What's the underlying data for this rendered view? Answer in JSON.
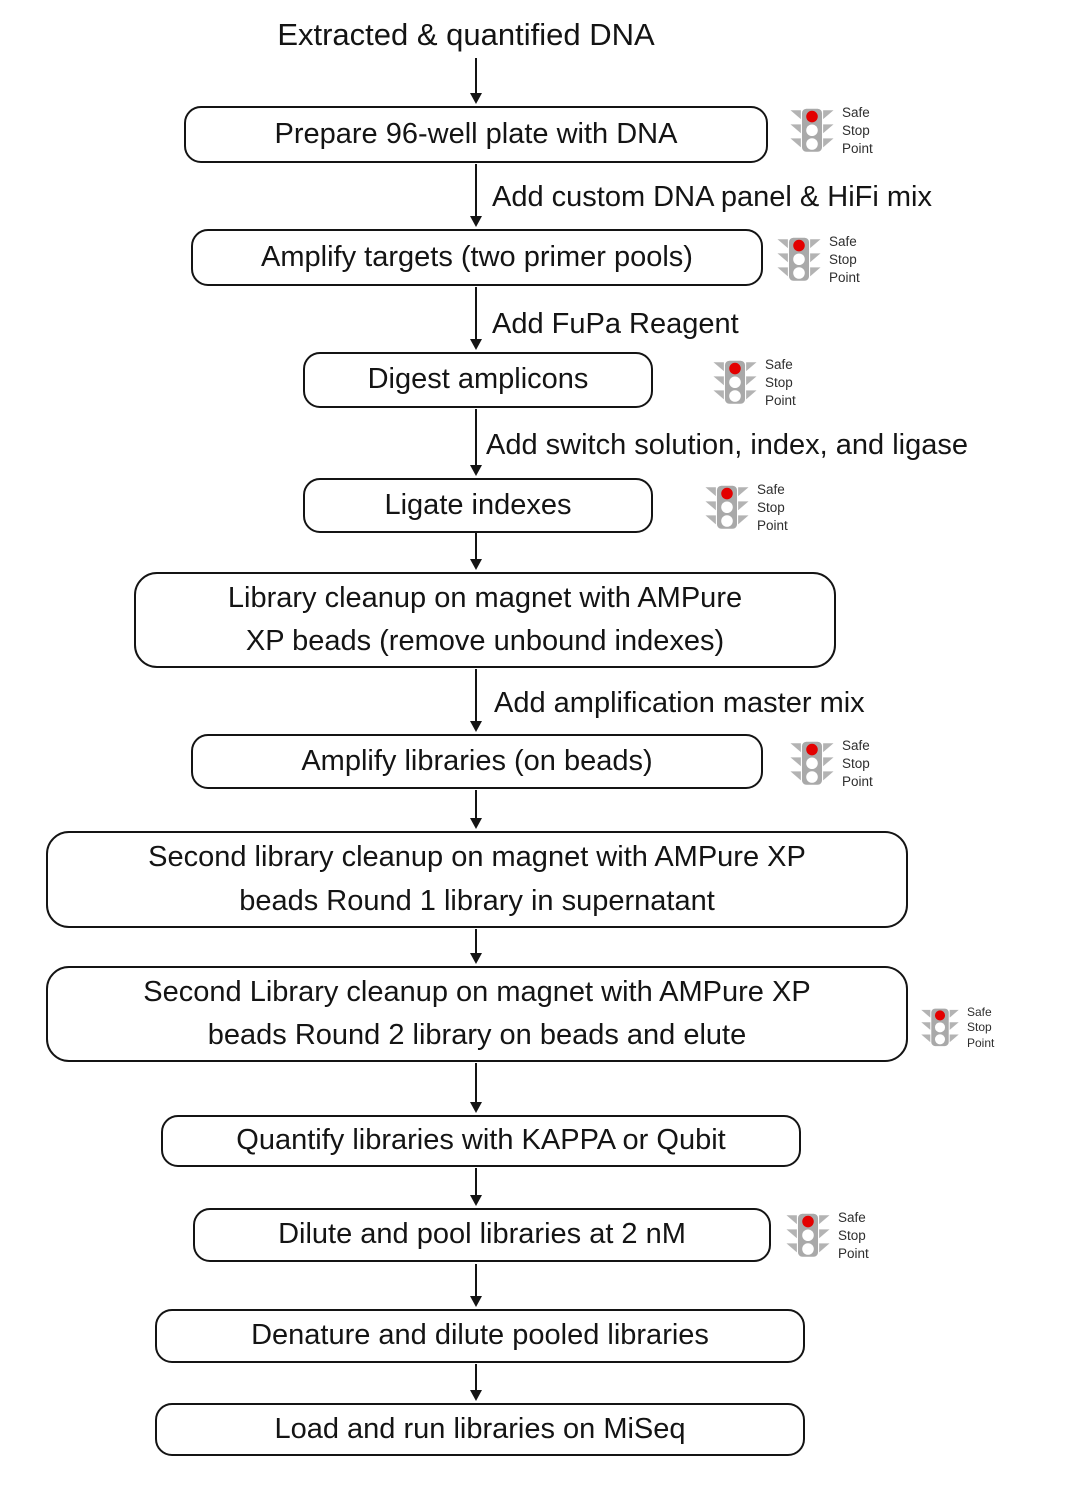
{
  "colors": {
    "stoplight_red": "#e30000",
    "stoplight_gray": "#a9a9a9",
    "stoplight_visor_gray": "#b3b3b3",
    "line_black": "#141414"
  },
  "title": "Extracted & quantified DNA",
  "safe_stop": [
    "Safe",
    "Stop",
    "Point"
  ],
  "nodes": [
    {
      "name": "prepare-plate",
      "lines": [
        "Prepare 96-well plate with DNA"
      ],
      "safe_stop_point": true
    },
    {
      "name": "amplify-targets",
      "lines": [
        "Amplify targets (two primer pools)"
      ],
      "safe_stop_point": true
    },
    {
      "name": "digest-amplicons",
      "lines": [
        "Digest amplicons"
      ],
      "safe_stop_point": true
    },
    {
      "name": "ligate-indexes",
      "lines": [
        "Ligate indexes"
      ],
      "safe_stop_point": true
    },
    {
      "name": "library-cleanup",
      "lines": [
        "Library cleanup on magnet with AMPure",
        "XP beads (remove unbound indexes)"
      ],
      "safe_stop_point": false
    },
    {
      "name": "amplify-libraries",
      "lines": [
        "Amplify libraries (on beads)"
      ],
      "safe_stop_point": true
    },
    {
      "name": "second-cleanup-round-1",
      "lines": [
        "Second library cleanup on magnet with AMPure XP",
        "beads Round 1 library in supernatant"
      ],
      "safe_stop_point": false
    },
    {
      "name": "second-cleanup-round-2",
      "lines": [
        "Second Library cleanup on magnet with AMPure XP",
        "beads Round 2 library on beads and elute"
      ],
      "safe_stop_point": true
    },
    {
      "name": "quantify-libraries",
      "lines": [
        "Quantify libraries with KAPPA or Qubit"
      ],
      "safe_stop_point": false
    },
    {
      "name": "dilute-pool-libraries",
      "lines": [
        "Dilute and pool libraries at 2 nM"
      ],
      "safe_stop_point": true
    },
    {
      "name": "denature-dilute",
      "lines": [
        "Denature and dilute pooled libraries"
      ],
      "safe_stop_point": false
    },
    {
      "name": "load-run-miseq",
      "lines": [
        "Load and run libraries on MiSeq"
      ],
      "safe_stop_point": false
    }
  ],
  "edge_labels": [
    "Add custom DNA panel & HiFi mix",
    "Add FuPa Reagent",
    "Add switch solution, index, and ligase",
    "Add amplification master mix"
  ]
}
